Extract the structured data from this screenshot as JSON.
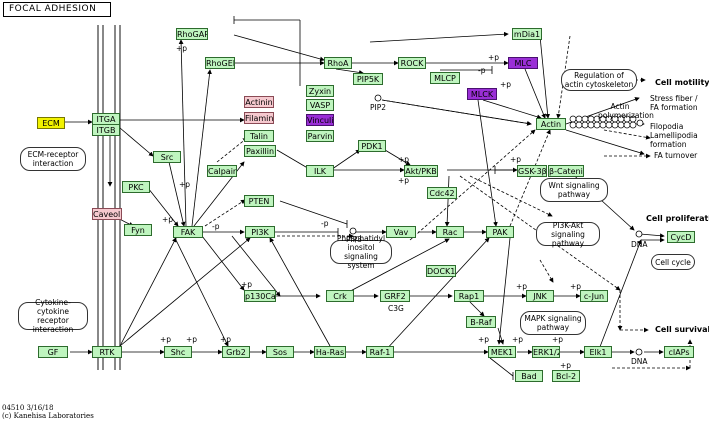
{
  "title": "FOCAL ADHESION",
  "footer": {
    "code": "04510 3/16/18",
    "copyright": "(c) Kanehisa Laboratories"
  },
  "nodes": {
    "ecm": "ECM",
    "itga": "ITGA",
    "itgb": "ITGB",
    "src": "Src",
    "pkc": "PKC",
    "caveolin": "Caveolin",
    "fyn": "Fyn",
    "rhogap": "RhoGAP",
    "rhogef": "RhoGEF",
    "rhoa": "RhoA",
    "rock": "ROCK",
    "mdia1": "mDia1",
    "mlc": "MLC",
    "mlcp": "MLCP",
    "mlck": "MLCK",
    "pip5k": "PIP5K",
    "zyxin": "Zyxin",
    "vasp": "VASP",
    "vinculin": "Vinculin",
    "actinin": "Actinin",
    "filamin": "Filamin",
    "talin": "Talin",
    "parvin": "Parvin",
    "paxillin": "Paxillin",
    "calpain": "Calpain",
    "fak": "FAK",
    "pten": "PTEN",
    "pi3k": "PI3K",
    "ilk": "ILK",
    "pdk1": "PDK1",
    "akt": "Akt/PKB",
    "gsk3b": "GSK-3β",
    "bcatenin": "β-Catenin",
    "cdc42": "Cdc42",
    "rac": "Rac",
    "pak": "PAK",
    "vav": "Vav",
    "dock1": "DOCK1",
    "p130cas": "p130Cas",
    "crk": "Crk",
    "grf2": "GRF2",
    "rap1": "Rap1",
    "braf": "B-Raf",
    "jnk": "JNK",
    "cjun": "c-Jun",
    "gf": "GF",
    "rtk": "RTK",
    "shc": "Shc",
    "grb2": "Grb2",
    "sos": "Sos",
    "hras": "Ha-Ras",
    "raf1": "Raf-1",
    "mek1": "MEK1",
    "erk": "ERK1/2",
    "elk1": "Elk1",
    "ciaps": "cIAPs",
    "bad": "Bad",
    "bcl2": "Bcl-2",
    "actin": "Actin",
    "cycd": "CycD"
  },
  "ovals": {
    "ecm_receptor": "ECM-receptor interaction",
    "regulation_actin": "Regulation of actin cytoskeleton",
    "wnt": "Wnt signaling pathway",
    "pi3k_akt": "PI3K-Akt signaling pathway",
    "phosphatidyl": "Phosphatidyl inositol signaling system",
    "cytokine": "Cytokine-cytokine receptor interaction",
    "mapk": "MAPK signaling pathway",
    "cell_cycle": "Cell cycle"
  },
  "labels": {
    "cell_motility": "Cell motility",
    "stress_fiber": "Stress fiber / FA formation",
    "actin_poly": "Actin polymerization",
    "filopodia": "Filopodia Lamellipodia formation",
    "fa_turnover": "FA turnover",
    "cell_proliferation": "Cell proliferation",
    "cell_survival": "Cell survival",
    "dna1": "DNA",
    "dna2": "DNA",
    "pip2": "PIP2",
    "pip3": "PIP3",
    "c3g": "C3G"
  },
  "edge_labels": {
    "p": "+p",
    "mp": "-p"
  },
  "colors": {
    "node_green": "#bff5bf",
    "node_pink": "#f6c9cf",
    "node_purple": "#9a2fd6",
    "node_yellow": "#f2f200"
  }
}
